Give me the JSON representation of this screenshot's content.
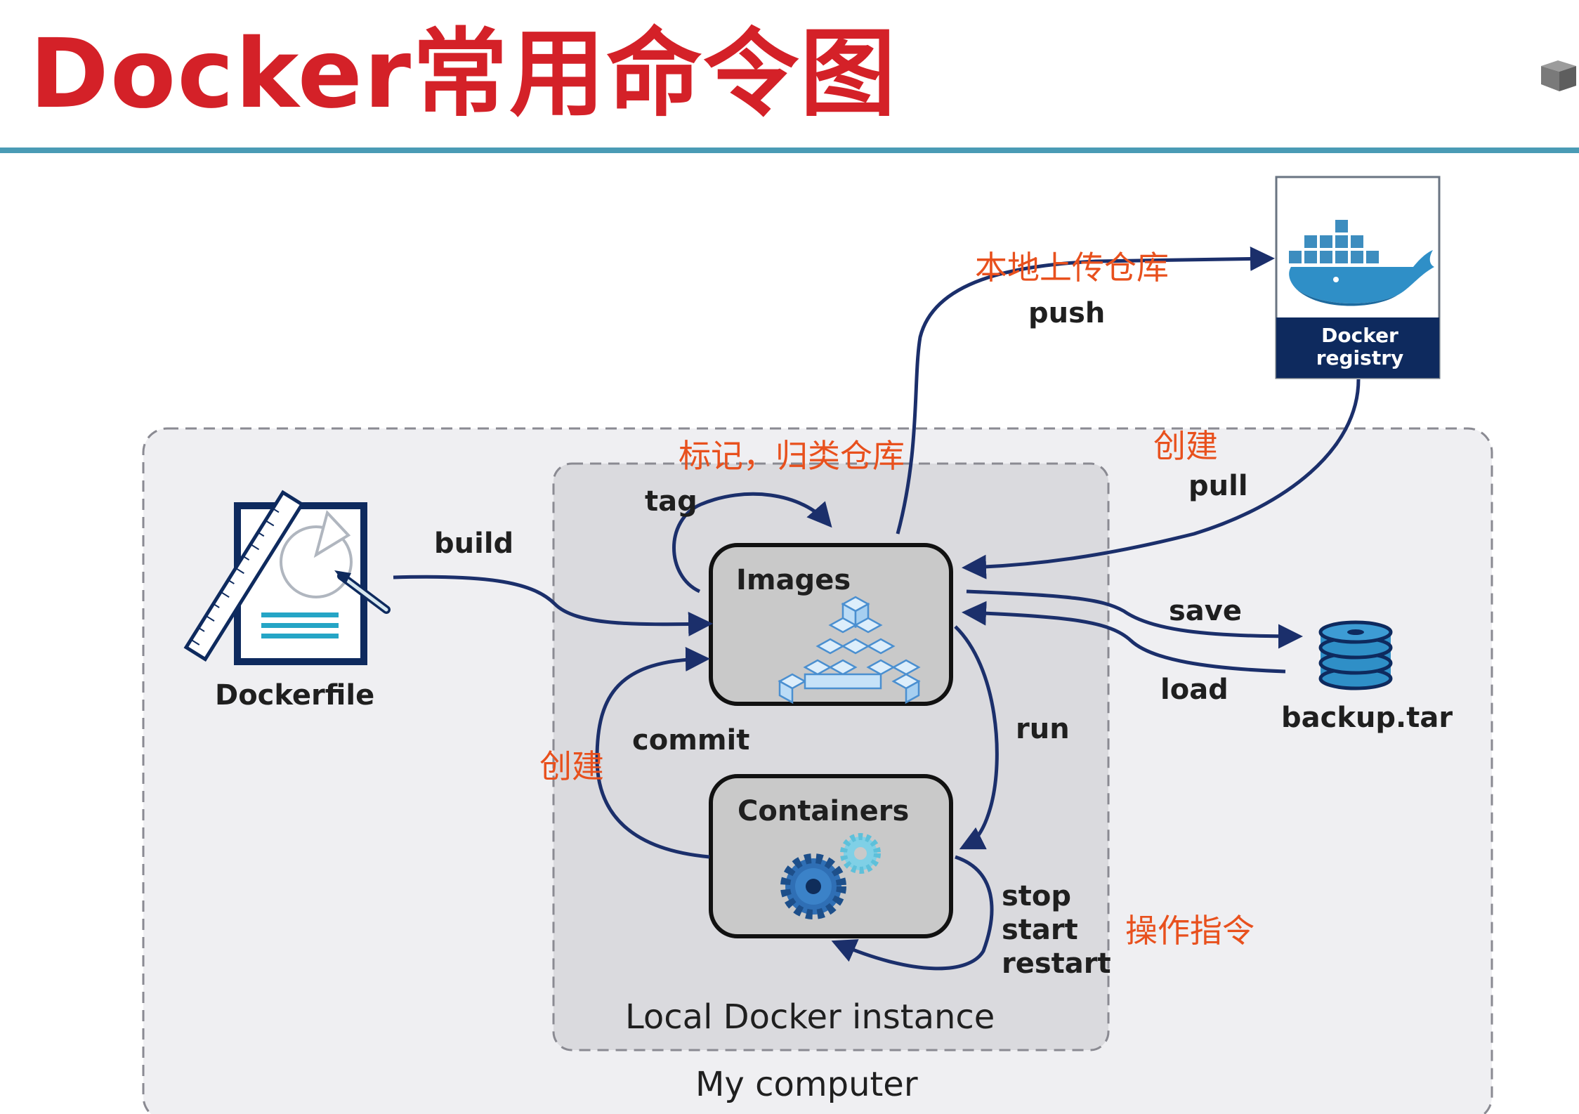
{
  "title": "Docker常用命令图",
  "nodes": {
    "registry": "Docker registry",
    "dockerfile": "Dockerfile",
    "images": "Images",
    "containers": "Containers",
    "backup": "backup.tar",
    "local_instance": "Local Docker instance",
    "my_computer": "My computer"
  },
  "commands": {
    "push": "push",
    "pull": "pull",
    "tag": "tag",
    "build": "build",
    "save": "save",
    "load": "load",
    "commit": "commit",
    "run": "run",
    "stop": "stop",
    "start": "start",
    "restart": "restart"
  },
  "annotations": {
    "push_note": "本地上传仓库",
    "tag_note": "标记，归类仓库",
    "pull_note": "创建",
    "commit_note": "创建",
    "ops_note": "操作指令"
  },
  "colors": {
    "title": "#d42128",
    "rule": "#4a9bb5",
    "arrow": "#1b2f6b",
    "annotation": "#e8501d",
    "outer_box": "#efeff2",
    "inner_box": "#dadade",
    "node_fill": "#c9c9c9",
    "registry_band": "#0e2a5e"
  }
}
